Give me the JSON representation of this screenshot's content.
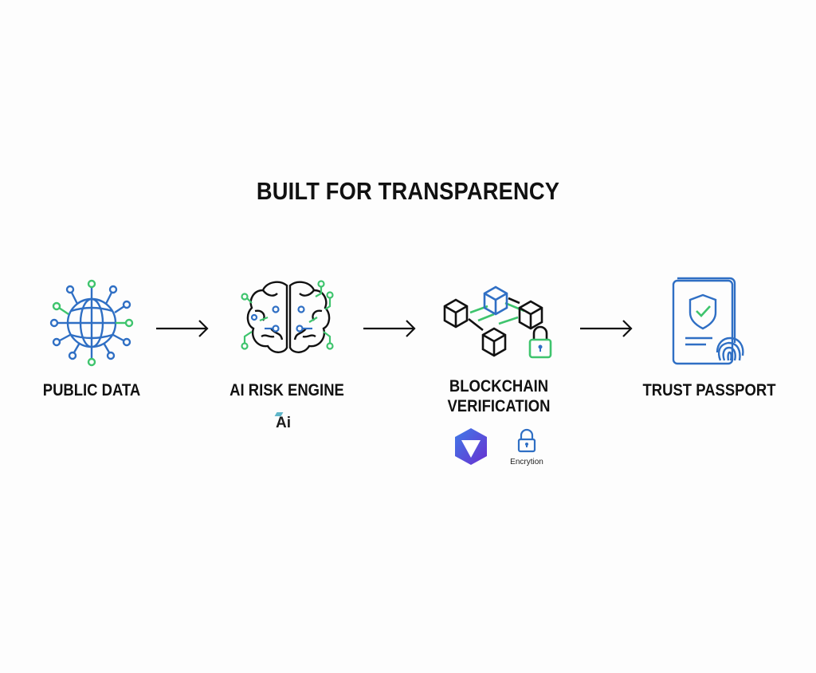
{
  "title": "BUILT FOR TRANSPARENCY",
  "steps": [
    {
      "label": "PUBLIC DATA",
      "icon": "globe-network-icon"
    },
    {
      "label": "AI RISK ENGINE",
      "icon": "brain-circuit-icon",
      "badge": "Ai"
    },
    {
      "label_line1": "BLOCKCHAIN",
      "label_line2": "VERIFICATION",
      "icon": "blockchain-cubes-icon",
      "encryption_label": "Encrytion"
    },
    {
      "label": "TRUST PASSPORT",
      "icon": "passport-shield-fingerprint-icon"
    }
  ],
  "colors": {
    "blue": "#2f6fc4",
    "green": "#3ec46d",
    "black": "#111111",
    "purple": "#5b3fd6"
  }
}
